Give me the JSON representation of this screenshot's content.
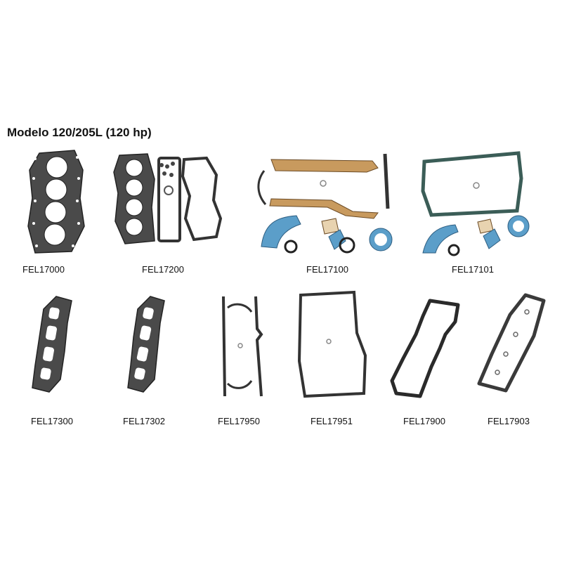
{
  "page_title": "Modelo 120/205L (120 hp)",
  "parts": [
    {
      "code": "FEL17000"
    },
    {
      "code": "FEL17200"
    },
    {
      "code": "FEL17100"
    },
    {
      "code": "FEL17101"
    },
    {
      "code": "FEL17300"
    },
    {
      "code": "FEL17302"
    },
    {
      "code": "FEL17950"
    },
    {
      "code": "FEL17951"
    },
    {
      "code": "FEL17900"
    },
    {
      "code": "FEL17903"
    }
  ],
  "colors": {
    "gasket_dark": "#3a3a3a",
    "gasket_fiber": "#c89a5e",
    "gasket_blue": "#5b9ec9",
    "gasket_green": "#3b5d57"
  }
}
